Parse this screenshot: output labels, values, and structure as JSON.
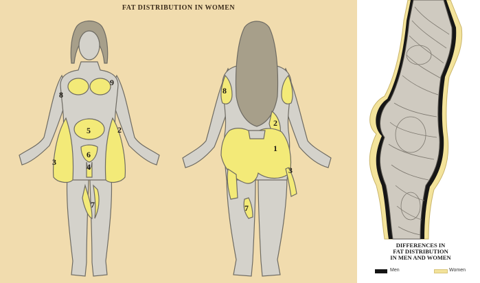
{
  "left_panel": {
    "title": "FAT DISTRIBUTION IN WOMEN",
    "front_labels": [
      "8",
      "9",
      "5",
      "2",
      "3",
      "6",
      "4",
      "7"
    ],
    "back_labels": [
      "8",
      "2",
      "1",
      "3",
      "7"
    ]
  },
  "right_panel": {
    "caption_lines": [
      "DIFFERENCES IN",
      "FAT DISTRIBUTION",
      "IN MEN AND WOMEN"
    ],
    "legend": [
      {
        "label": "Men",
        "color": "#141414"
      },
      {
        "label": "Women",
        "color": "#f3e39b"
      }
    ]
  },
  "colors": {
    "background": "#f1dcae",
    "skin": "#d4d2cb",
    "fat": "#f3ea78",
    "outline": "#6d6a62"
  }
}
